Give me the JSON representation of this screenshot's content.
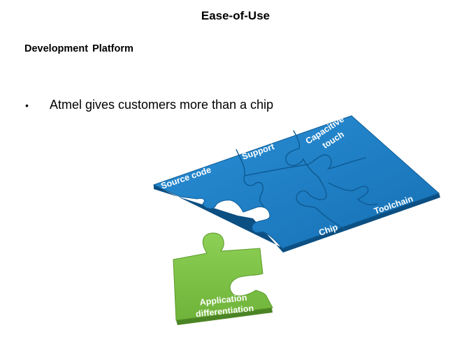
{
  "slide": {
    "title": "Ease-of-Use",
    "subtitle": "Development  Platform",
    "bullets": [
      {
        "marker": "•",
        "text": "Atmel gives customers more than a chip"
      }
    ]
  },
  "puzzle": {
    "pieces": {
      "source_code": "Source code",
      "support": "Support",
      "capacitive_line1": "Capacitive",
      "capacitive_line2": "touch",
      "chip": "Chip",
      "toolchain": "Toolchain",
      "application_line1": "Application",
      "application_line2": "differentiation"
    },
    "colors": {
      "blue": "#1a7fc6",
      "blue_edge": "#0f5e98",
      "green": "#7cc244",
      "green_edge": "#5c9b2c"
    }
  }
}
